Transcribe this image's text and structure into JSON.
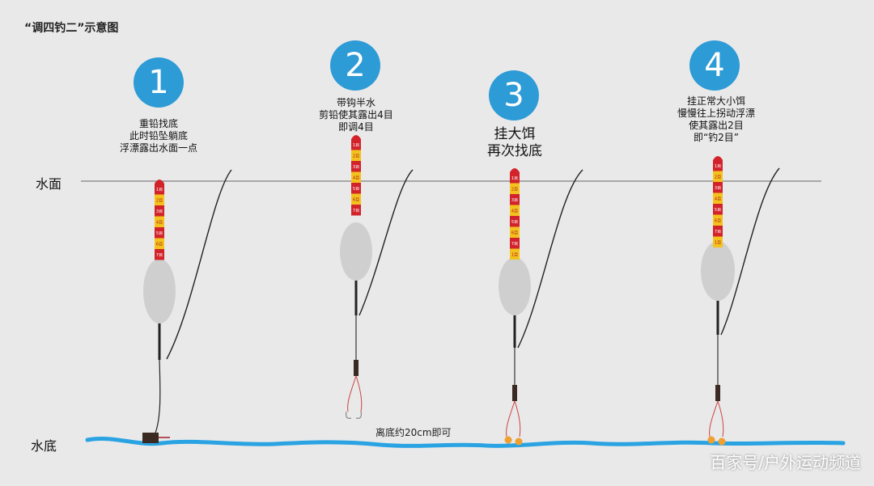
{
  "title": "“调四钓二”示意图",
  "labels": {
    "surface": "水面",
    "bottom": "水底"
  },
  "steps": [
    {
      "num": "1",
      "lines": [
        "重铅找底",
        "此时铅坠躺底",
        "浮漂露出水面一点"
      ]
    },
    {
      "num": "2",
      "lines": [
        "带钩半水",
        "剪铅使其露出4目",
        "即调4目"
      ]
    },
    {
      "num": "3",
      "lines": [
        "挂大饵",
        "再次找底"
      ]
    },
    {
      "num": "4",
      "lines": [
        "挂正常大小饵",
        "慢慢往上拐动浮漂",
        "使其露出2目",
        "即“钓2目”"
      ]
    }
  ],
  "float_marks": [
    "1目",
    "2目",
    "3目",
    "4目",
    "5目",
    "6目",
    "7目"
  ],
  "note": "离底约20cm即可",
  "watermark": "百家号/户外运动频道",
  "colors": {
    "background": "#e9e9e9",
    "badge": "#2d9bd6",
    "water": "#2aa3e3",
    "float_red": "#d2232a",
    "float_yellow": "#f3c21c",
    "float_body": "#cfcfcf",
    "bait": "#f0a030"
  }
}
